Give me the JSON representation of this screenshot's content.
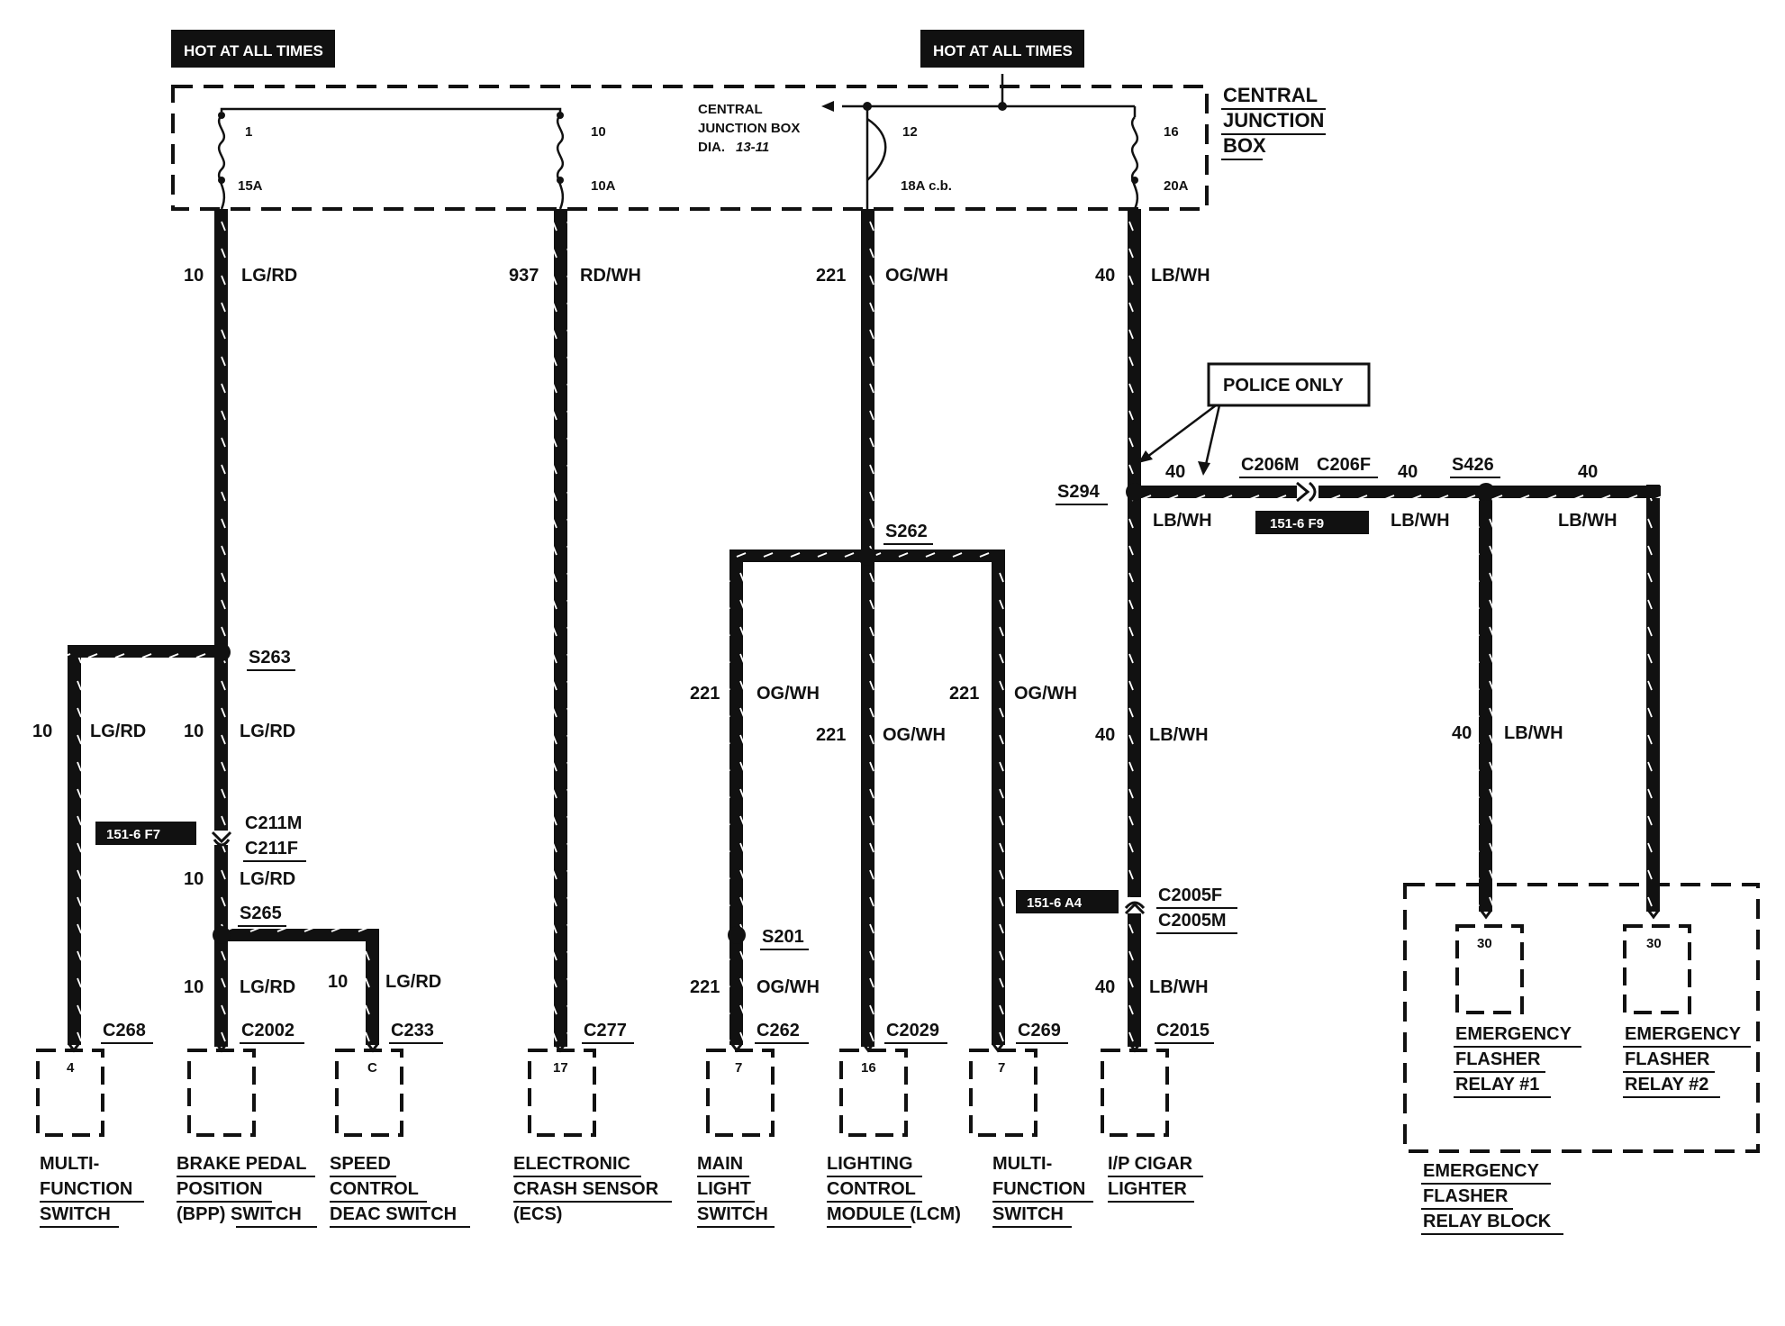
{
  "hot_labels": [
    "HOT AT ALL TIMES",
    "HOT AT ALL TIMES"
  ],
  "cjb": {
    "title": [
      "CENTRAL",
      "JUNCTION",
      "BOX"
    ],
    "ref": [
      "CENTRAL",
      "JUNCTION BOX",
      "DIA.",
      "13-11"
    ],
    "fuses": [
      {
        "num": "1",
        "rating": "15A"
      },
      {
        "num": "10",
        "rating": "10A"
      },
      {
        "num": "12",
        "rating": "18A c.b."
      },
      {
        "num": "16",
        "rating": "20A"
      }
    ]
  },
  "wires": {
    "w10_top": {
      "circuit": "10",
      "color": "LG/RD"
    },
    "w937": {
      "circuit": "937",
      "color": "RD/WH"
    },
    "w221_top": {
      "circuit": "221",
      "color": "OG/WH"
    },
    "w40_top": {
      "circuit": "40",
      "color": "LB/WH"
    },
    "w10_mfs": {
      "circuit": "10",
      "color": "LG/RD"
    },
    "w10_mid": {
      "circuit": "10",
      "color": "LG/RD"
    },
    "w10_c211": {
      "circuit": "10",
      "color": "LG/RD"
    },
    "w10_bpp": {
      "circuit": "10",
      "color": "LG/RD"
    },
    "w10_spd": {
      "circuit": "10",
      "color": "LG/RD"
    },
    "w221_left": {
      "circuit": "221",
      "color": "OG/WH"
    },
    "w221_mid": {
      "circuit": "221",
      "color": "OG/WH"
    },
    "w221_right": {
      "circuit": "221",
      "color": "OG/WH"
    },
    "w221_main": {
      "circuit": "221",
      "color": "OG/WH"
    },
    "w40_mid": {
      "circuit": "40",
      "color": "LB/WH"
    },
    "w40_bot": {
      "circuit": "40",
      "color": "LB/WH"
    },
    "w40_h1": {
      "circuit": "40",
      "color": "LB/WH"
    },
    "w40_h2": {
      "circuit": "40",
      "color": "LB/WH"
    },
    "w40_h3": {
      "circuit": "40",
      "color": "LB/WH"
    },
    "w40_r1": {
      "circuit": "40",
      "color": "LB/WH"
    }
  },
  "splices": {
    "s263": "S263",
    "s265": "S265",
    "s262": "S262",
    "s201": "S201",
    "s294": "S294",
    "s426": "S426"
  },
  "connectors": {
    "c211m": "C211M",
    "c211f": "C211F",
    "c2005f": "C2005F",
    "c2005m": "C2005M",
    "c206m": "C206M",
    "c206f": "C206F",
    "c268": "C268",
    "c2002": "C2002",
    "c233": "C233",
    "c277": "C277",
    "c262": "C262",
    "c2029": "C2029",
    "c269": "C269",
    "c2015": "C2015"
  },
  "page_refs": {
    "f7": "151-6 F7",
    "a4": "151-6 A4",
    "f9": "151-6 F9"
  },
  "police_only": "POLICE ONLY",
  "components": {
    "mfs1": {
      "pin": "4",
      "label": [
        "MULTI-",
        "FUNCTION",
        "SWITCH"
      ]
    },
    "bpp": {
      "pin": "",
      "label": [
        "BRAKE PEDAL",
        "POSITION",
        "(BPP) SWITCH"
      ]
    },
    "spd": {
      "pin": "C",
      "label": [
        "SPEED",
        "CONTROL",
        "DEAC SWITCH"
      ]
    },
    "ecs": {
      "pin": "17",
      "label": [
        "ELECTRONIC",
        "CRASH SENSOR",
        "(ECS)"
      ]
    },
    "mls": {
      "pin": "7",
      "label": [
        "MAIN",
        "LIGHT",
        "SWITCH"
      ]
    },
    "lcm": {
      "pin": "16",
      "label": [
        "LIGHTING",
        "CONTROL",
        "MODULE (LCM)"
      ]
    },
    "mfs2": {
      "pin": "7",
      "label": [
        "MULTI-",
        "FUNCTION",
        "SWITCH"
      ]
    },
    "cig": {
      "pin": "",
      "label": [
        "I/P CIGAR",
        "LIGHTER"
      ]
    },
    "efr1": {
      "pin": "30",
      "label": [
        "EMERGENCY",
        "FLASHER",
        "RELAY #1"
      ]
    },
    "efr2": {
      "pin": "30",
      "label": [
        "EMERGENCY",
        "FLASHER",
        "RELAY #2"
      ]
    },
    "block": {
      "label": [
        "EMERGENCY",
        "FLASHER",
        "RELAY BLOCK"
      ]
    }
  }
}
